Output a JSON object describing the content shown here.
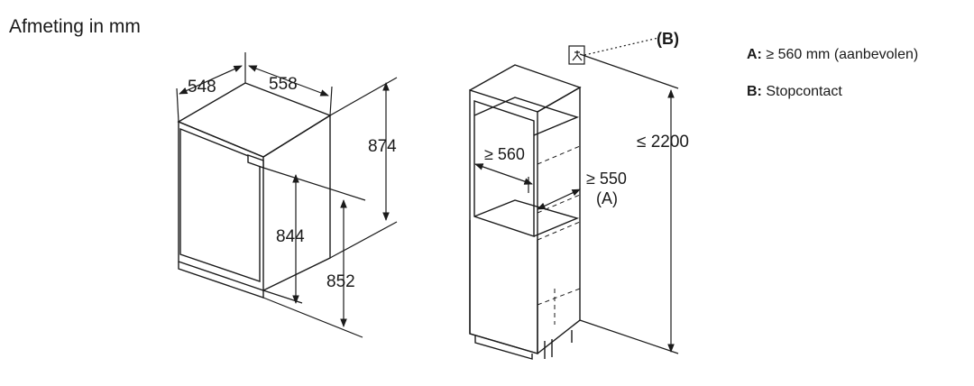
{
  "title": "Afmeting in mm",
  "dimensions": {
    "depth": "548",
    "width": "558",
    "height_total": "874",
    "door_height": "844",
    "body_height": "852",
    "niche_width": "≥ 560",
    "niche_depth": "≥ 550",
    "niche_depth_ref": "(A)",
    "cabinet_height": "≤ 2200",
    "socket_ref": "(B)"
  },
  "legend": [
    {
      "key": "A:",
      "text": "≥ 560 mm (aanbevolen)"
    },
    {
      "key": "B:",
      "text": "Stopcontact"
    }
  ]
}
